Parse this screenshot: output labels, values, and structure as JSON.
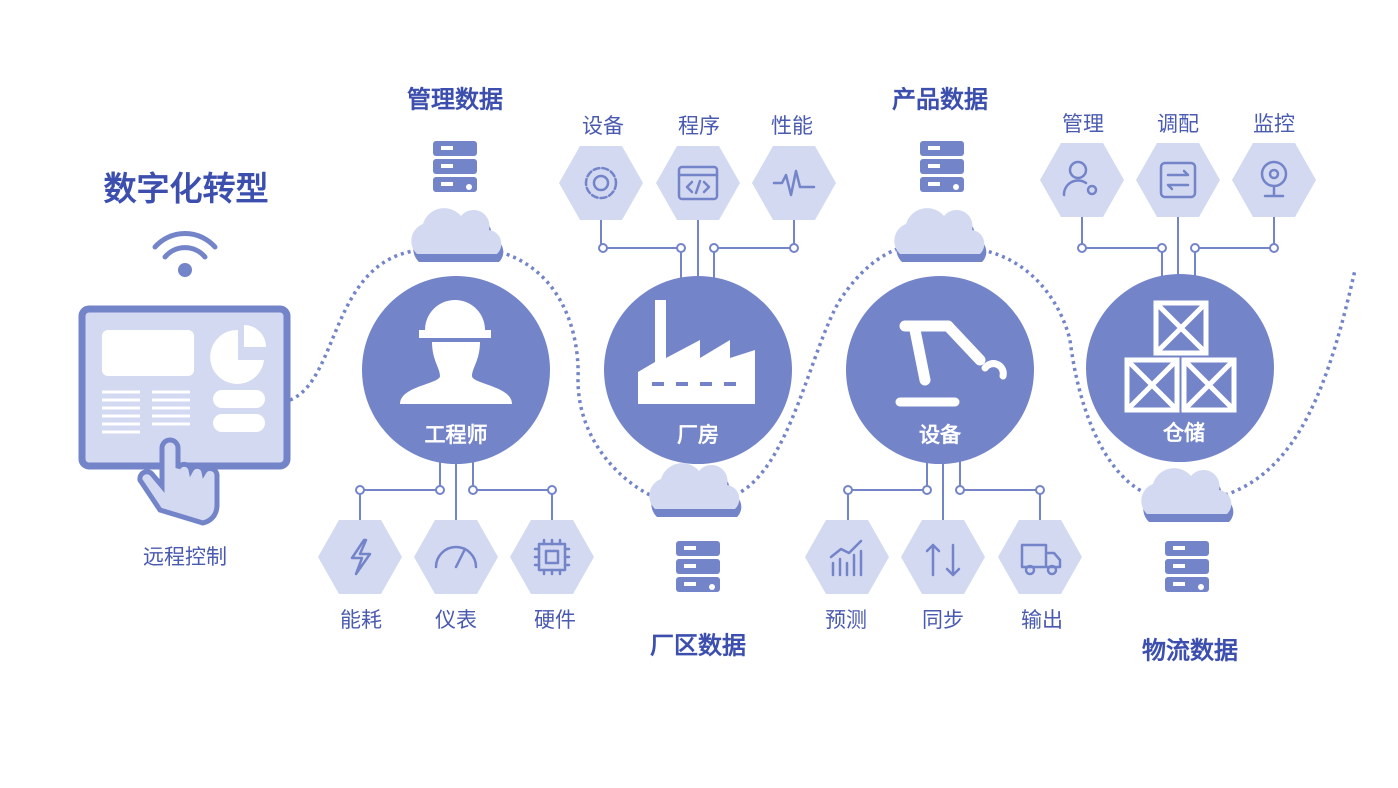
{
  "colors": {
    "primary": "#7484c9",
    "light": "#d3d9f1",
    "text": "#3d4fae"
  },
  "main_title": "数字化转型",
  "remote_label": "远程控制",
  "data_titles": {
    "management": "管理数据",
    "factory_area": "厂区数据",
    "product": "产品数据",
    "logistics": "物流数据"
  },
  "nodes": {
    "engineer": "工程师",
    "factory": "厂房",
    "device": "设备",
    "warehouse": "仓储"
  },
  "factory_hex": [
    "设备",
    "程序",
    "性能"
  ],
  "warehouse_hex": [
    "管理",
    "调配",
    "监控"
  ],
  "engineer_hex": [
    "能耗",
    "仪表",
    "硬件"
  ],
  "device_hex": [
    "预测",
    "同步",
    "输出"
  ]
}
